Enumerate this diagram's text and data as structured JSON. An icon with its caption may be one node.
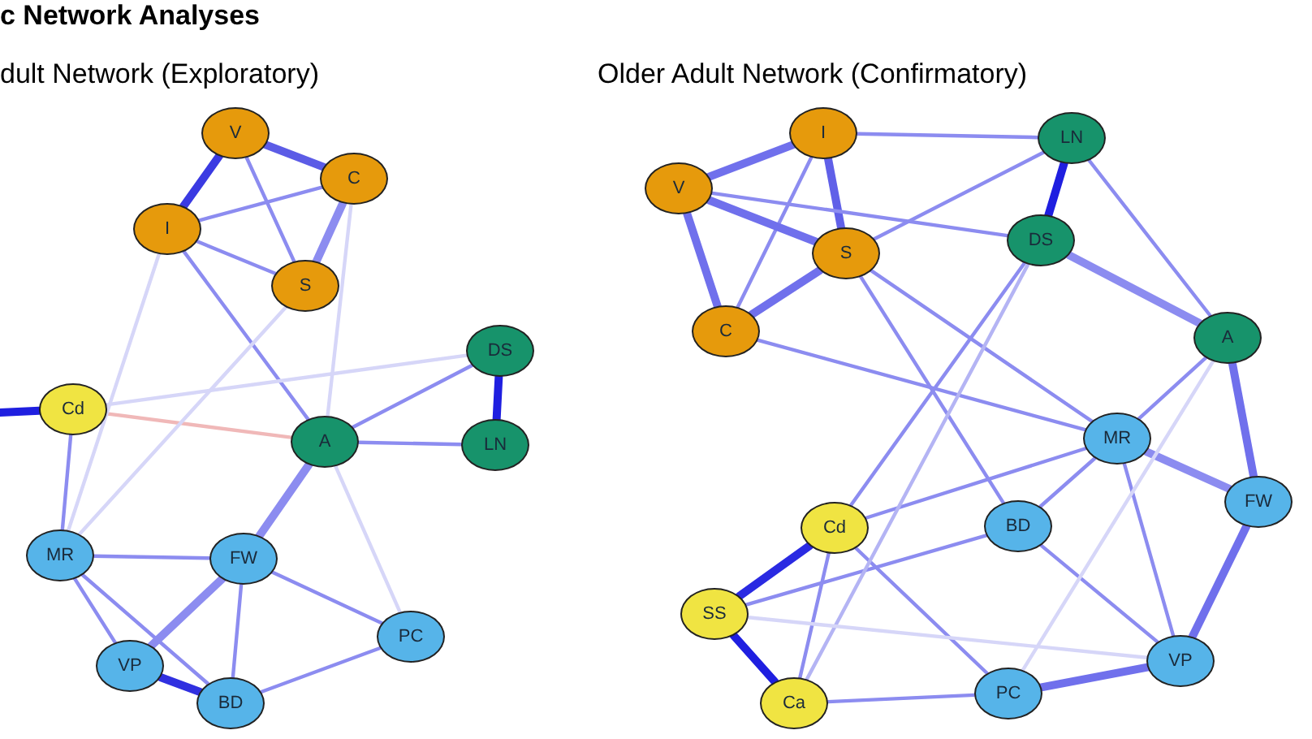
{
  "diagram": {
    "title": "c Network Analyses",
    "nodes": [
      {
        "text": [
          "V"
        ]
      },
      {
        "text": [
          "C"
        ]
      },
      {
        "text": [
          "I"
        ]
      },
      {
        "text": [
          "S"
        ]
      },
      {
        "text": [
          "DS"
        ]
      },
      {
        "text": [
          "Cd"
        ]
      },
      {
        "text": [
          "A"
        ]
      },
      {
        "text": [
          "LN"
        ]
      },
      {
        "text": [
          "MR"
        ]
      },
      {
        "text": [
          "FW"
        ]
      },
      {
        "text": [
          "PC"
        ]
      },
      {
        "text": [
          "VP"
        ]
      },
      {
        "text": [
          "BD"
        ]
      },
      {
        "text": [
          "I"
        ]
      },
      {
        "text": [
          "LN"
        ]
      },
      {
        "text": [
          "V"
        ]
      },
      {
        "text": [
          "DS"
        ]
      },
      {
        "text": [
          "S"
        ]
      },
      {
        "text": [
          "C"
        ]
      },
      {
        "text": [
          "A"
        ]
      },
      {
        "text": [
          "MR"
        ]
      },
      {
        "text": [
          "FW"
        ]
      },
      {
        "text": [
          "BD"
        ]
      },
      {
        "text": [
          "Cd"
        ]
      },
      {
        "text": [
          "SS"
        ]
      },
      {
        "text": [
          "VP"
        ]
      },
      {
        "text": [
          "PC"
        ]
      },
      {
        "text": [
          "Ca"
        ]
      }
    ],
    "edges": [
      {
        "from": 0,
        "to": 1,
        "arrow": "none",
        "style": "thick",
        "color": "#5c5ce6"
      },
      {
        "from": 0,
        "to": 2,
        "arrow": "none",
        "style": "thick",
        "color": "#3a3ae2"
      },
      {
        "from": 0,
        "to": 3,
        "arrow": "none"
      },
      {
        "from": 2,
        "to": 1,
        "arrow": "none"
      },
      {
        "from": 2,
        "to": 3,
        "arrow": "none"
      },
      {
        "from": 1,
        "to": 3,
        "arrow": "none",
        "style": "thick"
      },
      {
        "from": 2,
        "to": 6,
        "arrow": "none"
      },
      {
        "from": 4,
        "to": 7,
        "arrow": "none",
        "style": "thick",
        "color": "#1f1fe0"
      },
      {
        "from": 6,
        "to": 4,
        "arrow": "none"
      },
      {
        "from": 6,
        "to": 7,
        "arrow": "none"
      },
      {
        "from": 5,
        "to": 6,
        "arrow": "none",
        "color": "#f0b8b8"
      },
      {
        "from": 6,
        "to": 9,
        "arrow": "none",
        "style": "thick"
      },
      {
        "from": 8,
        "to": 9,
        "arrow": "none"
      },
      {
        "from": 5,
        "to": 8,
        "arrow": "none"
      },
      {
        "from": 9,
        "to": 11,
        "arrow": "none",
        "style": "thick"
      },
      {
        "from": 11,
        "to": 12,
        "arrow": "none",
        "style": "thick",
        "color": "#3030e0"
      },
      {
        "from": 8,
        "to": 12,
        "arrow": "none"
      },
      {
        "from": 9,
        "to": 10,
        "arrow": "none"
      },
      {
        "from": 12,
        "to": 10,
        "arrow": "none"
      },
      {
        "from": 9,
        "to": 12,
        "arrow": "none"
      },
      {
        "from": 8,
        "to": 11,
        "arrow": "none"
      },
      {
        "from": null,
        "to": 5,
        "arrow": "none",
        "style": "thick",
        "color": "#1f1fe0"
      },
      {
        "from": 3,
        "to": 8,
        "arrow": "none",
        "color": "#d6d6f8"
      },
      {
        "from": 6,
        "to": 10,
        "arrow": "none",
        "color": "#d6d6f8"
      },
      {
        "from": 5,
        "to": 4,
        "arrow": "none",
        "color": "#d6d6f8"
      },
      {
        "from": 2,
        "to": 8,
        "arrow": "none",
        "color": "#d6d6f8"
      },
      {
        "from": 1,
        "to": 6,
        "arrow": "none",
        "color": "#d6d6f8"
      },
      {
        "from": 13,
        "to": 15,
        "arrow": "none",
        "style": "thick",
        "color": "#7070ec"
      },
      {
        "from": 13,
        "to": 17,
        "arrow": "none",
        "style": "thick",
        "color": "#6060e8"
      },
      {
        "from": 13,
        "to": 18,
        "arrow": "none"
      },
      {
        "from": 15,
        "to": 17,
        "arrow": "none",
        "style": "thick",
        "color": "#7070ec"
      },
      {
        "from": 15,
        "to": 18,
        "arrow": "none",
        "style": "thick",
        "color": "#7070ec"
      },
      {
        "from": 18,
        "to": 17,
        "arrow": "none",
        "style": "thick",
        "color": "#7070ec"
      },
      {
        "from": 13,
        "to": 14,
        "arrow": "none"
      },
      {
        "from": 17,
        "to": 14,
        "arrow": "none"
      },
      {
        "from": 15,
        "to": 16,
        "arrow": "none"
      },
      {
        "from": 14,
        "to": 16,
        "arrow": "none",
        "style": "thick",
        "color": "#1f1fe0"
      },
      {
        "from": 14,
        "to": 19,
        "arrow": "none"
      },
      {
        "from": 16,
        "to": 19,
        "arrow": "none",
        "style": "thick"
      },
      {
        "from": 18,
        "to": 20,
        "arrow": "none"
      },
      {
        "from": 17,
        "to": 20,
        "arrow": "none"
      },
      {
        "from": 17,
        "to": 22,
        "arrow": "none"
      },
      {
        "from": 19,
        "to": 20,
        "arrow": "none"
      },
      {
        "from": 19,
        "to": 21,
        "arrow": "none",
        "style": "thick",
        "color": "#7070ec"
      },
      {
        "from": 20,
        "to": 21,
        "arrow": "none",
        "style": "thick"
      },
      {
        "from": 20,
        "to": 22,
        "arrow": "none"
      },
      {
        "from": 20,
        "to": 23,
        "arrow": "none"
      },
      {
        "from": 20,
        "to": 25,
        "arrow": "none"
      },
      {
        "from": 21,
        "to": 25,
        "arrow": "none",
        "style": "thick",
        "color": "#7070ec"
      },
      {
        "from": 22,
        "to": 25,
        "arrow": "none"
      },
      {
        "from": 26,
        "to": 25,
        "arrow": "none",
        "style": "thick",
        "color": "#7070ec"
      },
      {
        "from": 27,
        "to": 26,
        "arrow": "none"
      },
      {
        "from": 23,
        "to": 26,
        "arrow": "none"
      },
      {
        "from": 23,
        "to": 24,
        "arrow": "none",
        "style": "thick",
        "color": "#2a2ae2"
      },
      {
        "from": 24,
        "to": 27,
        "arrow": "none",
        "style": "thick",
        "color": "#1f1fe0"
      },
      {
        "from": 23,
        "to": 27,
        "arrow": "none"
      },
      {
        "from": 24,
        "to": 22,
        "arrow": "none"
      },
      {
        "from": 16,
        "to": 23,
        "arrow": "none"
      },
      {
        "from": 16,
        "to": 27,
        "arrow": "none",
        "color": "#b4b4f4"
      },
      {
        "from": 24,
        "to": 25,
        "arrow": "none",
        "color": "#d6d6f8"
      },
      {
        "from": 19,
        "to": 26,
        "arrow": "none",
        "color": "#d6d6f8"
      }
    ],
    "labels": [
      "dult Network (Exploratory)",
      "Older Adult Network (Confirmatory)"
    ]
  }
}
